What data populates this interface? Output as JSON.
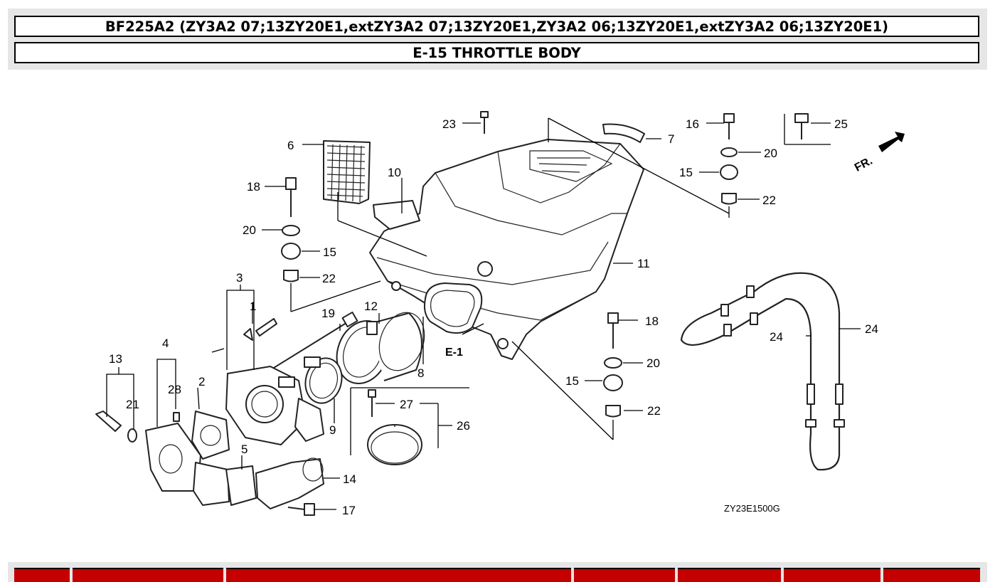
{
  "header": {
    "model_line": "BF225A2 (ZY3A2 07;13ZY20E1,extZY3A2 07;13ZY20E1,ZY3A2 06;13ZY20E1,extZY3A2 06;13ZY20E1)",
    "section_title": "E-15 THROTTLE BODY"
  },
  "diagram": {
    "callouts": {
      "c1": "1",
      "c2": "2",
      "c3": "3",
      "c4": "4",
      "c5": "5",
      "c6": "6",
      "c7": "7",
      "c8": "8",
      "c9": "9",
      "c10": "10",
      "c11": "11",
      "c12": "12",
      "c13": "13",
      "c14": "14",
      "c15a": "15",
      "c15b": "15",
      "c15c": "15",
      "c16": "16",
      "c17": "17",
      "c18a": "18",
      "c18b": "18",
      "c19": "19",
      "c20a": "20",
      "c20b": "20",
      "c20c": "20",
      "c21": "21",
      "c22a": "22",
      "c22b": "22",
      "c22c": "22",
      "c23": "23",
      "c24a": "24",
      "c24b": "24",
      "c25": "25",
      "c26": "26",
      "c27": "27",
      "c28": "28"
    },
    "ref_mark": "E-1",
    "direction_label": "FR.",
    "drawing_code": "ZY23E1500G"
  },
  "parts_table": {
    "columns": [
      "",
      "",
      "",
      "",
      "",
      "",
      ""
    ]
  }
}
